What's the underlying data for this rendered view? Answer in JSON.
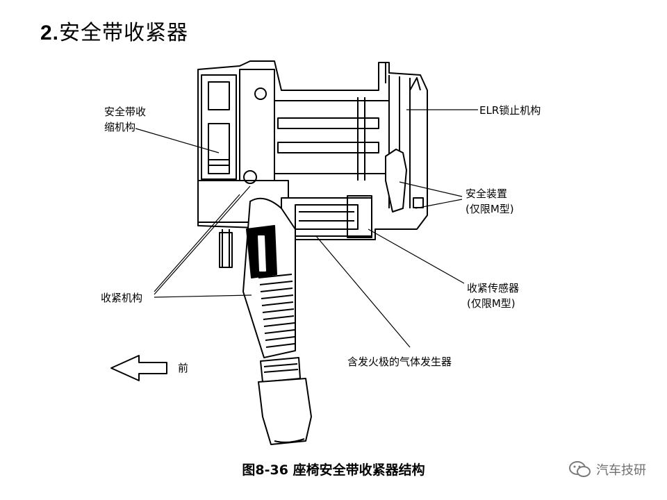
{
  "title": {
    "number": "2.",
    "text": "安全带收紧器"
  },
  "labels": {
    "retractor": "安全带收\n缩机构",
    "elr": "ELR锁止机构",
    "safety_device": "安全装置\n(仅限M型)",
    "tensioner": "收紧机构",
    "tension_sensor": "收紧传感器\n(仅限M型)",
    "gas_generator": "含发火极的气体发生器",
    "front": "前"
  },
  "caption": "图8-36  座椅安全带收紧器结构",
  "watermark": "汽车技研",
  "colors": {
    "line": "#000000",
    "background": "#ffffff",
    "watermark": "#6f6f6f"
  }
}
